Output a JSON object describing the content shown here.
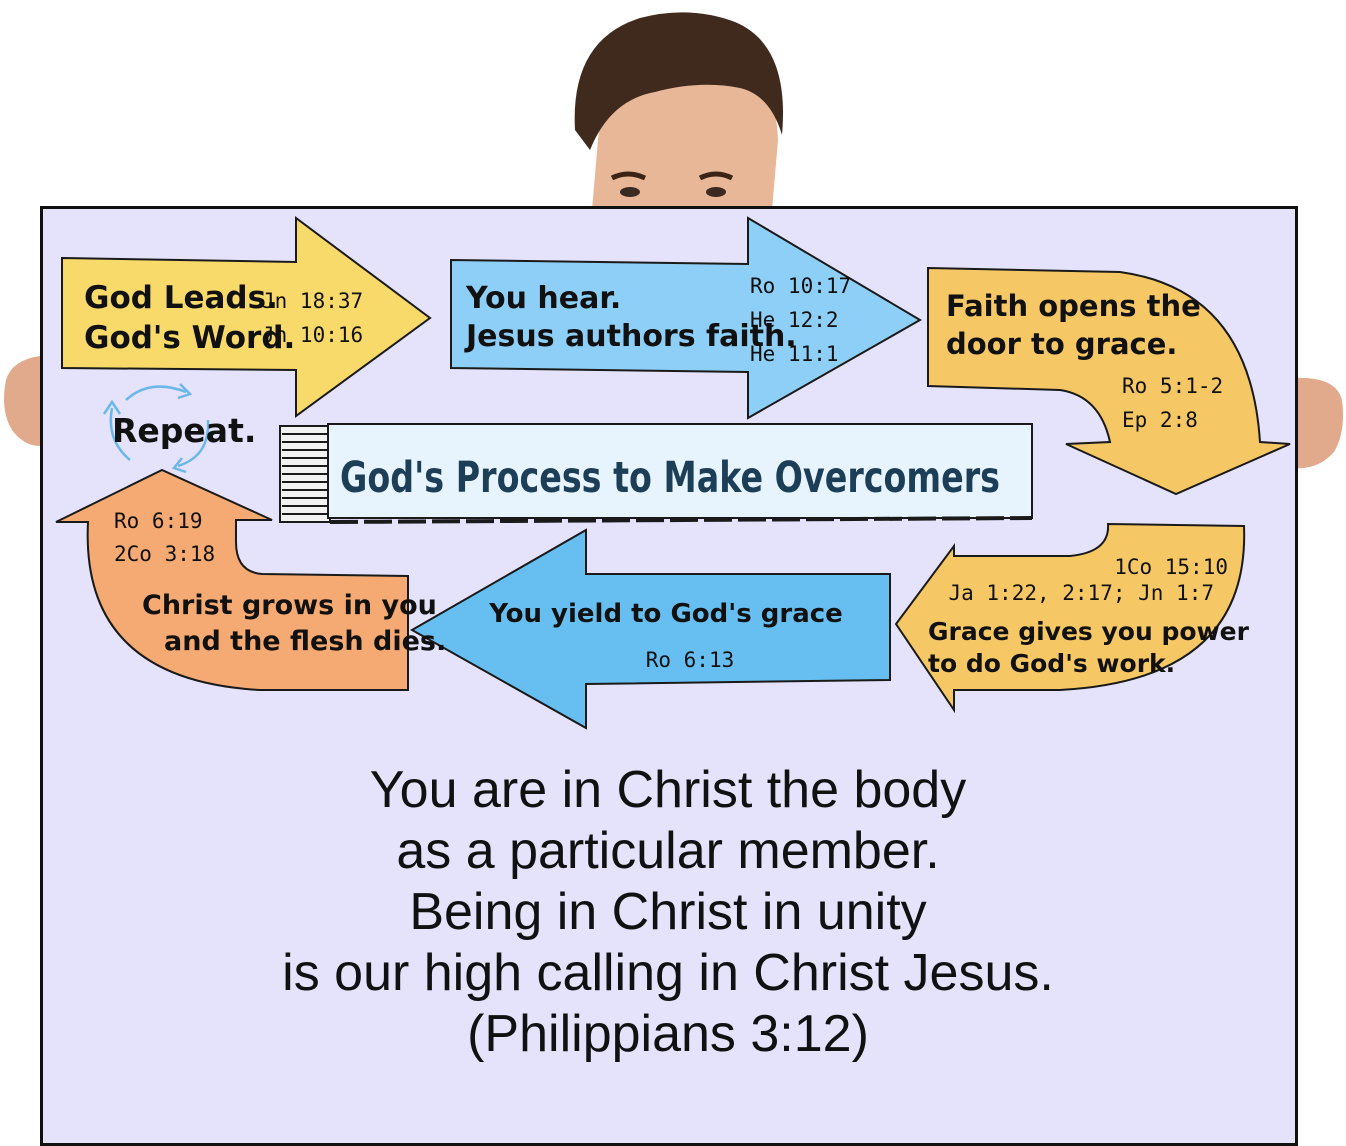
{
  "colors": {
    "board": "#e5e2fc",
    "yellow": "#f7da6a",
    "blue_light": "#8ecff7",
    "gold": "#f5c865",
    "orange": "#f4aa72",
    "blue": "#67bff1",
    "title_box": "#e7f4fd",
    "title_text": "#1c3f57"
  },
  "title": "God's Process to Make Overcomers",
  "repeat": {
    "label": "Repeat.",
    "icon": "cycle-arrows-icon"
  },
  "steps": [
    {
      "lines": [
        "God Leads.",
        "God's Word."
      ],
      "refs": [
        "Jn 18:37",
        "Jn 10:16"
      ]
    },
    {
      "lines": [
        "You hear.",
        "Jesus authors faith."
      ],
      "refs": [
        "Ro 10:17",
        "He 12:2",
        "He 11:1"
      ]
    },
    {
      "lines": [
        "Faith opens the",
        "door to grace."
      ],
      "refs": [
        "Ro 5:1-2",
        "Ep 2:8"
      ]
    },
    {
      "lines": [
        "Grace gives you power",
        "to do God's work."
      ],
      "refs": [
        "1Co 15:10",
        "Ja 1:22, 2:17; Jn 1:7"
      ]
    },
    {
      "lines": [
        "You yield to God's grace"
      ],
      "refs": [
        "Ro 6:13"
      ]
    },
    {
      "lines": [
        "Christ grows in you",
        "and the flesh dies."
      ],
      "refs": [
        "Ro 6:19",
        "2Co 3:18"
      ]
    }
  ],
  "verse": [
    "You are in Christ the body",
    "as a particular member.",
    "Being in Christ in unity",
    "is our high calling in Christ Jesus.",
    "(Philippians 3:12)"
  ]
}
